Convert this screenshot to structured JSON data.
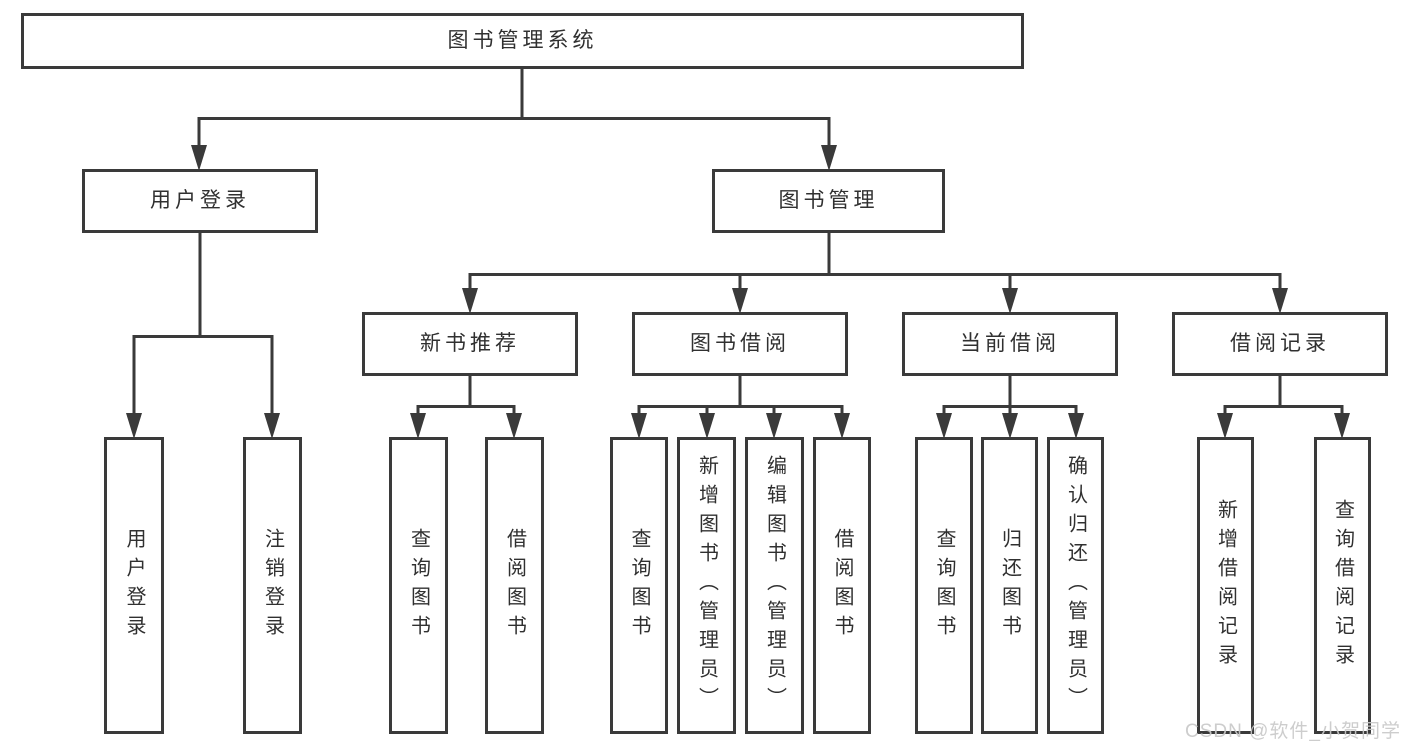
{
  "diagram_title": "图书管理系统",
  "watermark": {
    "text": "CSDN @软件_小贺同学"
  },
  "colors": {
    "line": "#3a3a3a",
    "text": "#303030",
    "background": "#ffffff",
    "watermark": "#c9c9c9"
  },
  "tree": {
    "label": "图书管理系统",
    "children": [
      {
        "label": "用户登录",
        "children": [
          {
            "label": "用户登录"
          },
          {
            "label": "注销登录"
          }
        ]
      },
      {
        "label": "图书管理",
        "children": [
          {
            "label": "新书推荐",
            "children": [
              {
                "label": "查询图书"
              },
              {
                "label": "借阅图书"
              }
            ]
          },
          {
            "label": "图书借阅",
            "children": [
              {
                "label": "查询图书"
              },
              {
                "label": "新增图书（管理员）"
              },
              {
                "label": "编辑图书（管理员）"
              },
              {
                "label": "借阅图书"
              }
            ]
          },
          {
            "label": "当前借阅",
            "children": [
              {
                "label": "查询图书"
              },
              {
                "label": "归还图书"
              },
              {
                "label": "确认归还（管理员）"
              }
            ]
          },
          {
            "label": "借阅记录",
            "children": [
              {
                "label": "新增借阅记录"
              },
              {
                "label": "查询借阅记录"
              }
            ]
          }
        ]
      }
    ]
  }
}
